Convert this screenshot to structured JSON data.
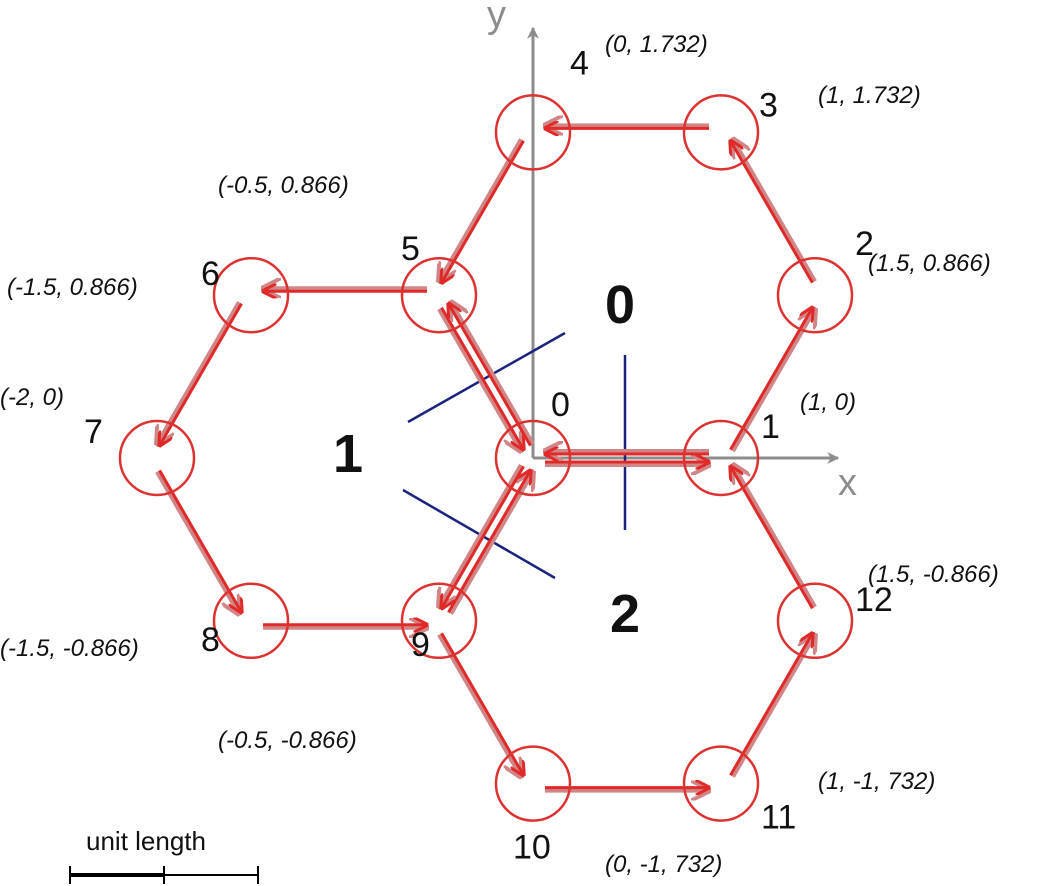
{
  "axes": {
    "x_label": "x",
    "y_label": "y"
  },
  "regions": [
    "0",
    "1",
    "2"
  ],
  "nodes": [
    {
      "id": "0",
      "x": 0,
      "y": 0,
      "coord": ""
    },
    {
      "id": "1",
      "x": 1,
      "y": 0,
      "coord": "(1, 0)"
    },
    {
      "id": "2",
      "x": 1.5,
      "y": 0.866,
      "coord": "(1.5, 0.866)"
    },
    {
      "id": "3",
      "x": 1,
      "y": 1.732,
      "coord": "(1, 1.732)"
    },
    {
      "id": "4",
      "x": 0,
      "y": 1.732,
      "coord": "(0, 1.732)"
    },
    {
      "id": "5",
      "x": -0.5,
      "y": 0.866,
      "coord": "(-0.5, 0.866)"
    },
    {
      "id": "6",
      "x": -1.5,
      "y": 0.866,
      "coord": "(-1.5, 0.866)"
    },
    {
      "id": "7",
      "x": -2,
      "y": 0,
      "coord": "(-2, 0)"
    },
    {
      "id": "8",
      "x": -1.5,
      "y": -0.866,
      "coord": "(-1.5, -0.866)"
    },
    {
      "id": "9",
      "x": -0.5,
      "y": -0.866,
      "coord": "(-0.5, -0.866)"
    },
    {
      "id": "10",
      "x": 0,
      "y": -1.732,
      "coord": "(0, -1, 732)"
    },
    {
      "id": "11",
      "x": 1,
      "y": -1.732,
      "coord": "(1, -1, 732)"
    },
    {
      "id": "12",
      "x": 1.5,
      "y": -0.866,
      "coord": "(1.5, -0.866)"
    }
  ],
  "edges": [
    [
      "0",
      "1"
    ],
    [
      "1",
      "2"
    ],
    [
      "2",
      "3"
    ],
    [
      "3",
      "4"
    ],
    [
      "4",
      "5"
    ],
    [
      "5",
      "0"
    ],
    [
      "0",
      "5"
    ],
    [
      "5",
      "6"
    ],
    [
      "6",
      "7"
    ],
    [
      "7",
      "8"
    ],
    [
      "8",
      "9"
    ],
    [
      "9",
      "0"
    ],
    [
      "0",
      "9"
    ],
    [
      "9",
      "10"
    ],
    [
      "10",
      "11"
    ],
    [
      "11",
      "12"
    ],
    [
      "12",
      "1"
    ],
    [
      "1",
      "0"
    ]
  ],
  "scale_bar": {
    "label": "unit length"
  }
}
